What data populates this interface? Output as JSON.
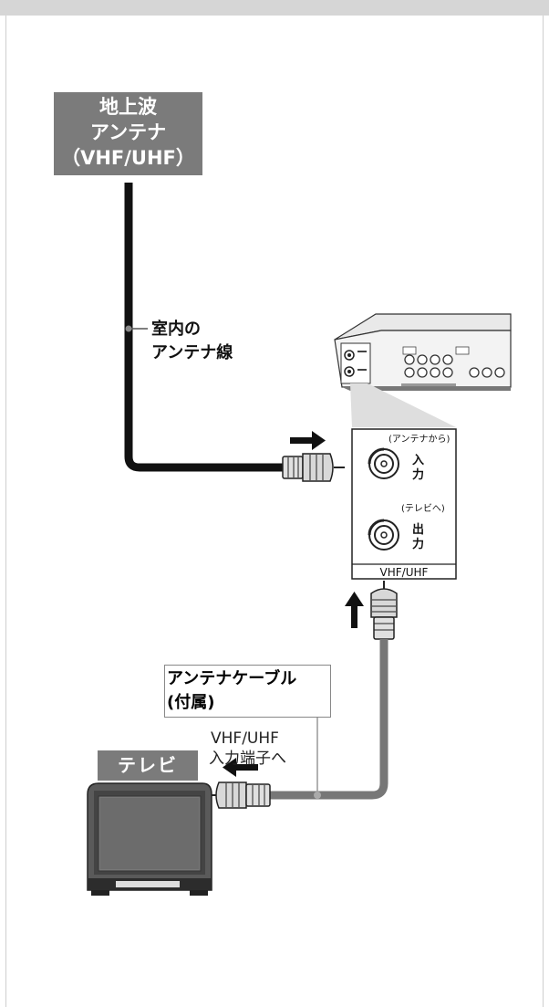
{
  "antenna": {
    "line1": "地上波",
    "line2": "アンテナ",
    "line3": "（VHF/UHF）"
  },
  "indoor_wire": {
    "line1": "室内の",
    "line2": "アンテナ線"
  },
  "panel": {
    "input_note": "(アンテナから)",
    "input_char1": "入",
    "input_char2": "力",
    "output_note": "(テレビへ)",
    "output_char1": "出",
    "output_char2": "力",
    "footer": "VHF/UHF"
  },
  "cable_label": {
    "line1": "アンテナケーブル",
    "line2": "(付属)"
  },
  "tv": {
    "label": "テレビ"
  },
  "tv_input": {
    "line1": "VHF/UHF",
    "line2": "入力端子へ"
  }
}
